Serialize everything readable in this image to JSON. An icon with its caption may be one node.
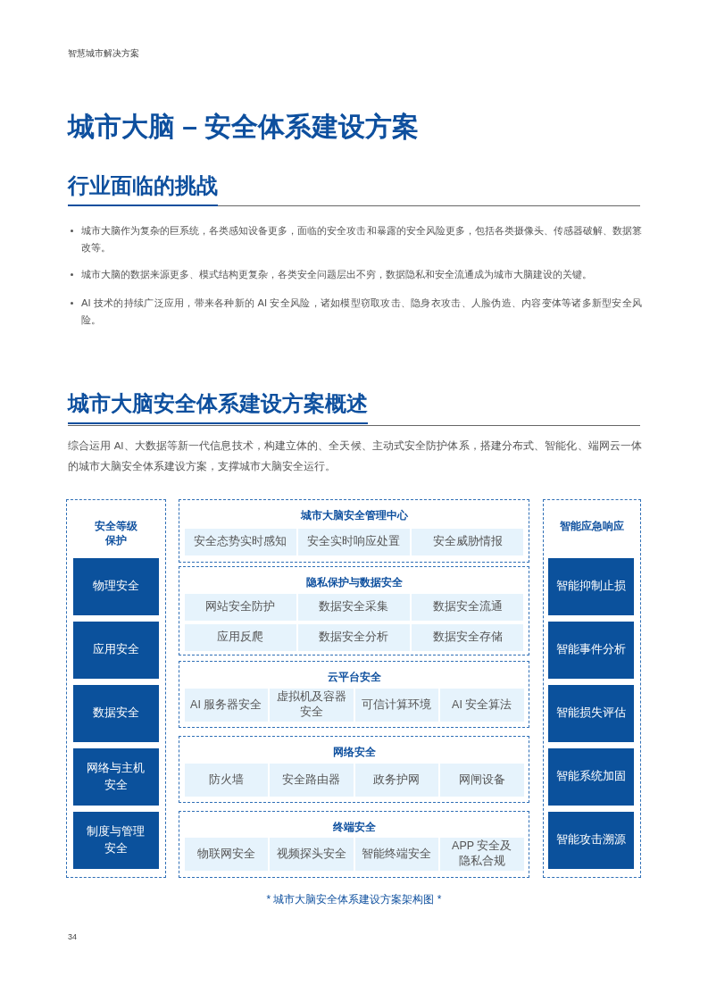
{
  "diagram": {
    "title": "城市大脑 – 安全体系建设方案",
    "caption": "* 城市大脑安全体系建设方案架构图 *",
    "nodes": [
      {
        "text": [
          "安全等级保护"
        ]
      },
      {
        "text": [
          "物理安全"
        ],
        "in": 0
      },
      {
        "text": [
          "应用安全"
        ],
        "in": 0
      },
      {
        "text": [
          "数据安全"
        ],
        "in": 0
      },
      {
        "text": [
          "网络与主机安全"
        ],
        "in": 0
      },
      {
        "text": [
          "制度与管理安全"
        ],
        "in": 0
      },
      {
        "text": [
          "城市大脑安全管理中心"
        ]
      },
      {
        "text": [
          "安全态势实时感知"
        ],
        "in": 6
      },
      {
        "text": [
          "安全实时响应处置"
        ],
        "in": 6
      },
      {
        "text": [
          "安全威胁情报"
        ],
        "in": 6
      },
      {
        "text": [
          "隐私保护与数据安全"
        ]
      },
      {
        "text": [
          "网站安全防护"
        ],
        "in": 10
      },
      {
        "text": [
          "数据安全采集"
        ],
        "in": 10
      },
      {
        "text": [
          "数据安全流通"
        ],
        "in": 10
      },
      {
        "text": [
          "应用反爬"
        ],
        "in": 10
      },
      {
        "text": [
          "数据安全分析"
        ],
        "in": 10
      },
      {
        "text": [
          "数据安全存储"
        ],
        "in": 10
      },
      {
        "text": [
          "云平台安全"
        ]
      },
      {
        "text": [
          "AI 服务器安全"
        ],
        "in": 17
      },
      {
        "text": [
          "虚拟机及容器安全"
        ],
        "in": 17
      },
      {
        "text": [
          "可信计算环境"
        ],
        "in": 17
      },
      {
        "text": [
          "AI 安全算法"
        ],
        "in": 17
      },
      {
        "text": [
          "网络安全"
        ]
      },
      {
        "text": [
          "防火墙"
        ],
        "in": 22
      },
      {
        "text": [
          "安全路由器"
        ],
        "in": 22
      },
      {
        "text": [
          "政务护网"
        ],
        "in": 22
      },
      {
        "text": [
          "网闸设备"
        ],
        "in": 22
      },
      {
        "text": [
          "终端安全"
        ]
      },
      {
        "text": [
          "物联网安全"
        ],
        "in": 27
      },
      {
        "text": [
          "视频探头安全"
        ],
        "in": 27
      },
      {
        "text": [
          "智能终端安全"
        ],
        "in": 27
      },
      {
        "text": [
          "APP 安全及隐私合规"
        ],
        "in": 27
      },
      {
        "text": [
          "智能应急响应"
        ]
      },
      {
        "text": [
          "智能抑制止损"
        ],
        "in": 32
      },
      {
        "text": [
          "智能事件分析"
        ],
        "in": 32
      },
      {
        "text": [
          "智能损失评估"
        ],
        "in": 32
      },
      {
        "text": [
          "智能系统加固"
        ],
        "in": 32
      },
      {
        "text": [
          "智能攻击溯源"
        ],
        "in": 32
      }
    ],
    "labels": [
      "智慧城市解决方案",
      "行业面临的挑战",
      "城市大脑作为复杂的巨系统，各类感知设备更多，面临的安全攻击和暴露的安全风险更多，包括各类摄像头、传感器破解、数据篡改等。",
      "城市大脑的数据来源更多、模式结构更复杂，各类安全问题层出不穷，数据隐私和安全流通成为城市大脑建设的关键。",
      "AI 技术的持续广泛应用，带来各种新的 AI 安全风险，诸如模型窃取攻击、隐身衣攻击、人脸伪造、内容变体等诸多新型安全风险。",
      "城市大脑安全体系建设方案概述",
      "综合运用 AI、大数据等新一代信息技术，构建立体的、全天候、主动式安全防护体系，搭建分布式、智能化、端网云一体的城市大脑安全体系建设方案，支撑城市大脑安全运行。",
      "34"
    ]
  }
}
